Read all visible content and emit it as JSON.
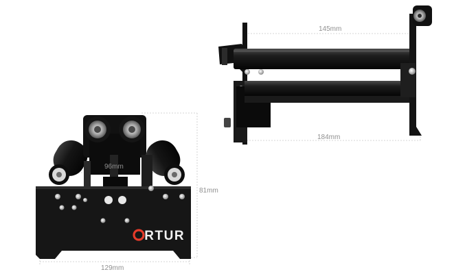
{
  "product": {
    "brand_logo_text": "ORTUR",
    "accent_color": "#e53b2a",
    "body_color": "#151515"
  },
  "dimensions": {
    "front_width": "129mm",
    "front_height": "81mm",
    "roller_spacing": "96mm",
    "side_length": "184mm",
    "roller_length": "145mm"
  }
}
